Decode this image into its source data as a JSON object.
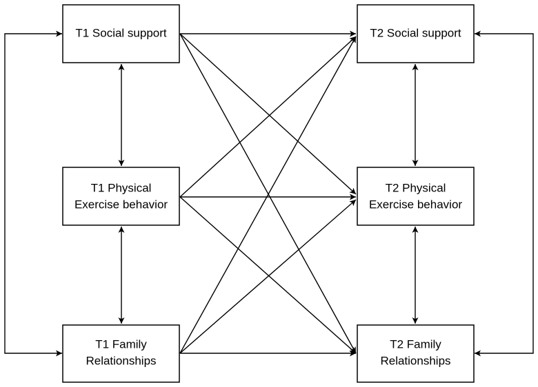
{
  "diagram": {
    "nodes": {
      "t1_social": {
        "lines": [
          "T1 Social support"
        ]
      },
      "t1_exercise": {
        "lines": [
          "T1 Physical",
          "Exercise behavior"
        ]
      },
      "t1_family": {
        "lines": [
          "T1 Family",
          "Relationships"
        ]
      },
      "t2_social": {
        "lines": [
          "T2 Social support"
        ]
      },
      "t2_exercise": {
        "lines": [
          "T2 Physical",
          "Exercise behavior"
        ]
      },
      "t2_family": {
        "lines": [
          "T2 Family",
          "Relationships"
        ]
      }
    },
    "paths": [
      {
        "from": "t1_social",
        "to": "t2_social"
      },
      {
        "from": "t1_social",
        "to": "t2_exercise"
      },
      {
        "from": "t1_social",
        "to": "t2_family"
      },
      {
        "from": "t1_exercise",
        "to": "t2_social"
      },
      {
        "from": "t1_exercise",
        "to": "t2_exercise"
      },
      {
        "from": "t1_exercise",
        "to": "t2_family"
      },
      {
        "from": "t1_family",
        "to": "t2_social"
      },
      {
        "from": "t1_family",
        "to": "t2_exercise"
      },
      {
        "from": "t1_family",
        "to": "t2_family"
      }
    ],
    "correlations": [
      {
        "between": [
          "t1_social",
          "t1_exercise"
        ]
      },
      {
        "between": [
          "t1_exercise",
          "t1_family"
        ]
      },
      {
        "between": [
          "t2_social",
          "t2_exercise"
        ]
      },
      {
        "between": [
          "t2_exercise",
          "t2_family"
        ]
      },
      {
        "between": [
          "t1_social",
          "t1_family"
        ]
      },
      {
        "between": [
          "t2_social",
          "t2_family"
        ]
      }
    ]
  }
}
